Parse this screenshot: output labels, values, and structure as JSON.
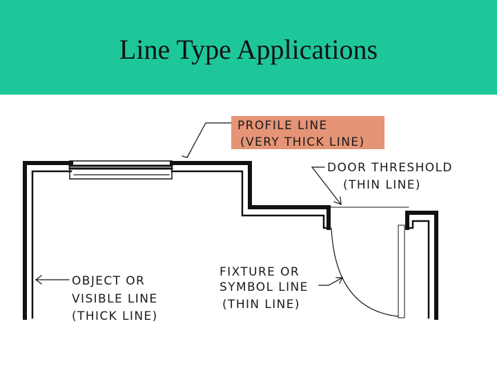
{
  "slide": {
    "title": "Line Type Applications",
    "header_color": "#1ec79a",
    "highlight_color": "#e59476"
  },
  "labels": {
    "profile_line": [
      "PROFILE LINE",
      "(VERY THICK LINE)"
    ],
    "door_threshold": [
      "DOOR THRESHOLD",
      "(THIN LINE)"
    ],
    "fixture": [
      "FIXTURE OR",
      "SYMBOL LINE",
      "(THIN LINE)"
    ],
    "object": [
      "OBJECT OR",
      "VISIBLE LINE",
      "(THICK LINE)"
    ]
  }
}
